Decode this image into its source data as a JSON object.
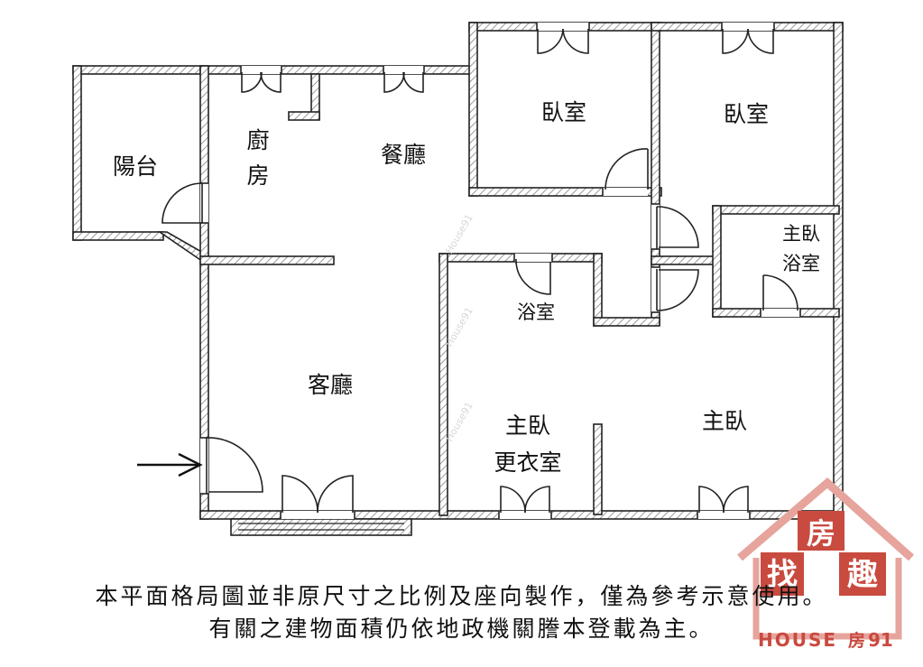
{
  "rooms": {
    "balcony": "陽台",
    "kitchen_line1": "廚",
    "kitchen_line2": "房",
    "dining": "餐廳",
    "bedroom_a": "臥室",
    "bedroom_b": "臥室",
    "master_bath_line1": "主臥",
    "master_bath_line2": "浴室",
    "bath": "浴室",
    "living": "客廳",
    "closet_line1": "主臥",
    "closet_line2": "更衣室",
    "master_bedroom": "主臥"
  },
  "disclaimer": {
    "line1": "本平面格局圖並非原尺寸之比例及座向製作，僅為參考示意使用。",
    "line2": "有關之建物面積仍依地政機關謄本登載為主。"
  },
  "watermark": {
    "label": "House91"
  },
  "logo": {
    "char_top": "房",
    "char_left": "找",
    "char_right": "趣",
    "brand_latin": "HOUSE",
    "brand_cjk": "房",
    "brand_num": "91"
  },
  "colors": {
    "wall_outline": "#222222",
    "wall_hatch": "#9a9a9a",
    "logo_red": "#c94a3f",
    "logo_red_light": "#e6a49d",
    "text": "#111111"
  }
}
